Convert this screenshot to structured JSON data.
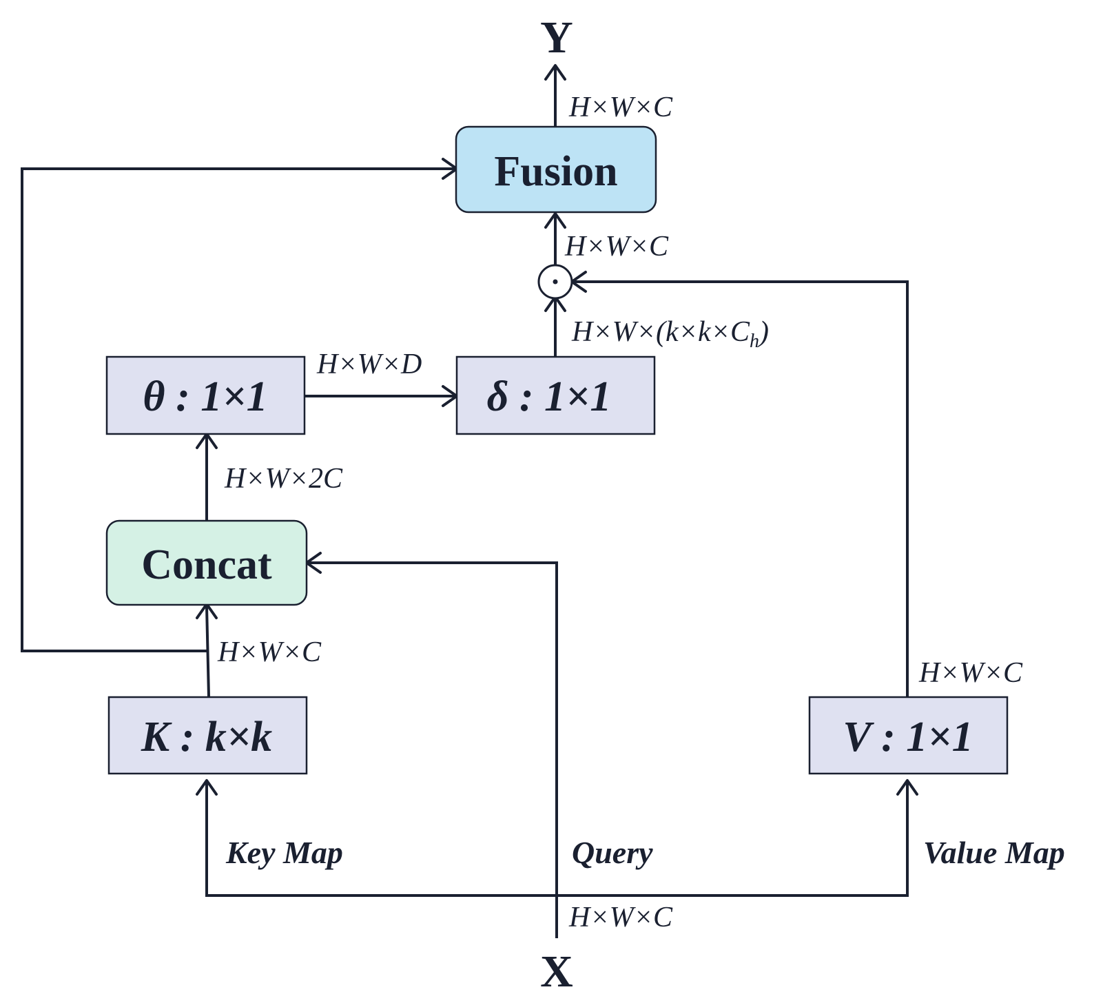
{
  "io": {
    "output": "Y",
    "input": "X"
  },
  "blocks": {
    "fusion": "Fusion",
    "concat": "Concat",
    "theta": "θ : 1×1",
    "delta": "δ : 1×1",
    "key": "K : k×k",
    "value": "V : 1×1"
  },
  "branches": {
    "key": "Key Map",
    "query": "Query",
    "value": "Value Map"
  },
  "dims": {
    "output": "H×W×C",
    "product": "H×W×C",
    "delta_out_main": "H×W×(k×k×C",
    "delta_out_sub": "h",
    "delta_out_close": ")",
    "theta_out": "H×W×D",
    "concat_out": "H×W×2C",
    "key_out": "H×W×C",
    "value_out": "H×W×C",
    "input": "H×W×C"
  },
  "symbols": {
    "product": "elementwise-product-icon"
  },
  "colors": {
    "conv_fill": "#dfe1f1",
    "fusion_fill": "#bde3f5",
    "concat_fill": "#d5f1e5",
    "line": "#1a2030"
  }
}
